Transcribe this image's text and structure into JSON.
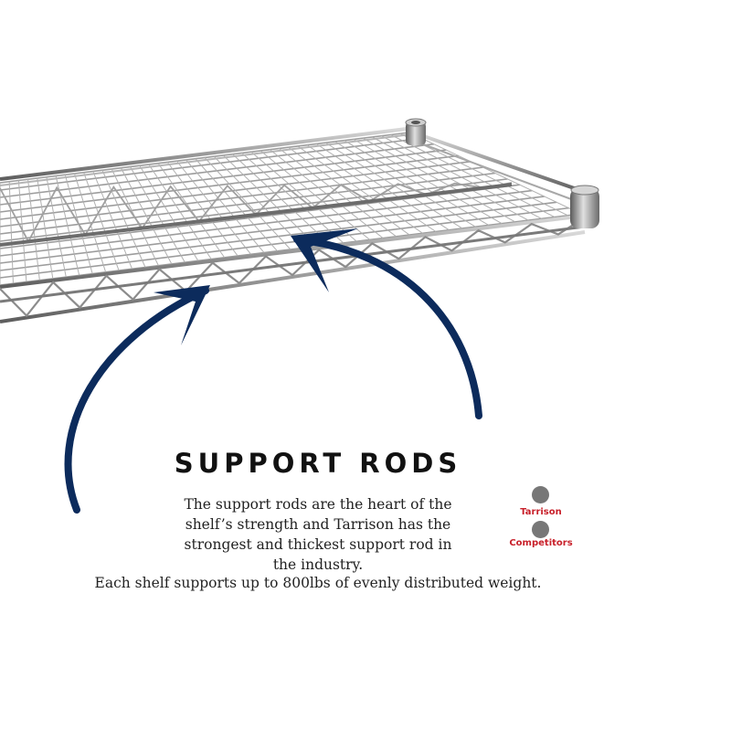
{
  "heading": "SUPPORT RODS",
  "description_lines": [
    "The support rods are the heart of the",
    "shelf’s strength and Tarrison has the",
    "strongest and thickest support rod in",
    "the industry."
  ],
  "description_final": "Each shelf supports up to 800lbs of evenly distributed weight.",
  "legend": [
    {
      "label": "Tarrison",
      "color": "#777777"
    },
    {
      "label": "Competitors",
      "color": "#777777"
    }
  ],
  "colors": {
    "arrow": "#0c2b5c",
    "legend_text": "#c8202a",
    "heading": "#111111",
    "wire": "#8a8a8a"
  }
}
